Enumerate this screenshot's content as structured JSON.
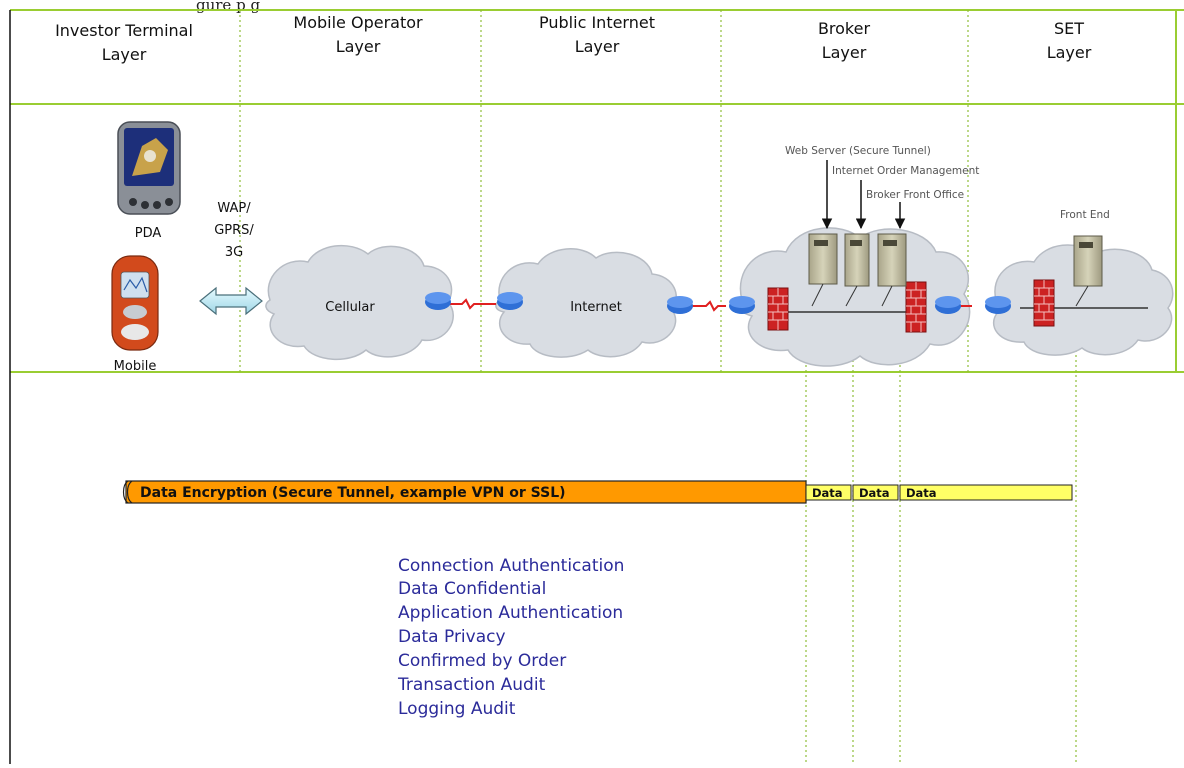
{
  "caption_fragment": "gure                                                                     p                                                    g",
  "layers": [
    {
      "title_lines": [
        "Investor Terminal",
        "Layer"
      ]
    },
    {
      "title_lines": [
        "Mobile Operator",
        "Layer"
      ]
    },
    {
      "title_lines": [
        "Public Internet",
        "Layer"
      ]
    },
    {
      "title_lines": [
        "Broker",
        "Layer"
      ]
    },
    {
      "title_lines": [
        "SET",
        "Layer"
      ]
    }
  ],
  "devices": {
    "pda_label": "PDA",
    "mobile_label": "Mobile",
    "link_label_lines": [
      "WAP/",
      "GPRS/",
      "3G"
    ]
  },
  "clouds": {
    "cellular": "Cellular",
    "internet": "Internet"
  },
  "servers": {
    "web_server": "Web Server (Secure Tunnel)",
    "order_management": "Internet Order Management",
    "front_office": "Broker Front Office",
    "front_end": "Front End"
  },
  "bars": {
    "encryption": "Data Encryption (Secure Tunnel, example VPN or SSL)",
    "data_segments": [
      "Data",
      "Data",
      "Data"
    ]
  },
  "requirements": [
    "Connection Authentication",
    "Data Confidential",
    "Application Authentication",
    "Data Privacy",
    "Confirmed by Order",
    "Transaction Audit",
    "Logging Audit"
  ],
  "colors": {
    "frame_green": "#9acd32",
    "guide_green": "#8fbf3a",
    "cloud_fill": "#d9dde3",
    "encryption_orange": "#ff9900",
    "data_yellow": "#ffff66",
    "requirement_blue": "#2b2b9a",
    "server_beige": "#c8c4a6",
    "firewall_red": "#cc2222",
    "router_blue": "#2f6fd6"
  }
}
